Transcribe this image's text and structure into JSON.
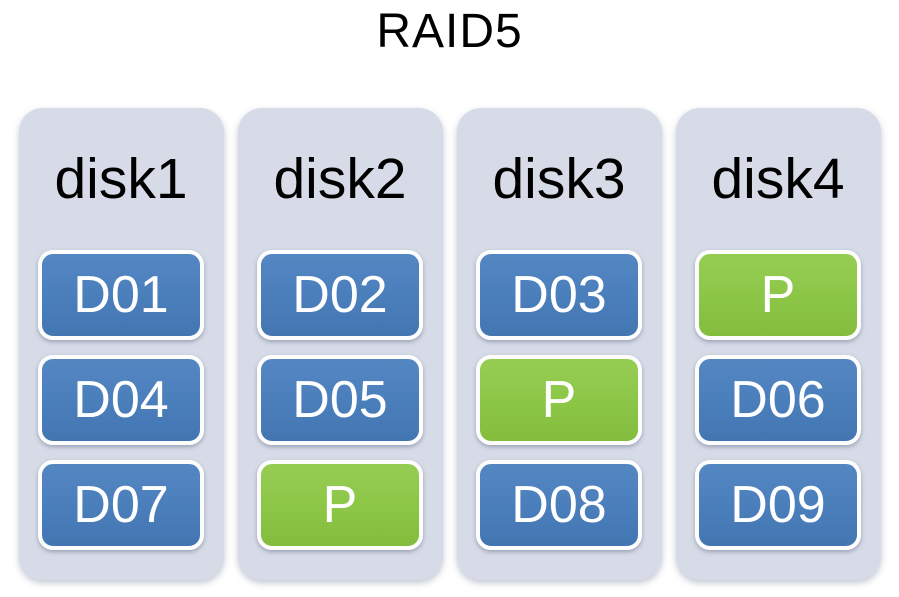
{
  "title": "RAID5",
  "colors": {
    "title_text": "#000000",
    "column_bg": "#d6dbe7",
    "data_block": "#4a7ebb",
    "data_block_light": "#5487c2",
    "data_block_dark": "#4376b1",
    "parity_block": "#8cc646",
    "parity_block_light": "#95cd53",
    "parity_block_dark": "#84bd3e",
    "block_text": "#ffffff"
  },
  "disks": [
    {
      "name": "disk1",
      "blocks": [
        {
          "label": "D01",
          "type": "data"
        },
        {
          "label": "D04",
          "type": "data"
        },
        {
          "label": "D07",
          "type": "data"
        }
      ]
    },
    {
      "name": "disk2",
      "blocks": [
        {
          "label": "D02",
          "type": "data"
        },
        {
          "label": "D05",
          "type": "data"
        },
        {
          "label": "P",
          "type": "parity"
        }
      ]
    },
    {
      "name": "disk3",
      "blocks": [
        {
          "label": "D03",
          "type": "data"
        },
        {
          "label": "P",
          "type": "parity"
        },
        {
          "label": "D08",
          "type": "data"
        }
      ]
    },
    {
      "name": "disk4",
      "blocks": [
        {
          "label": "P",
          "type": "parity"
        },
        {
          "label": "D06",
          "type": "data"
        },
        {
          "label": "D09",
          "type": "data"
        }
      ]
    }
  ]
}
